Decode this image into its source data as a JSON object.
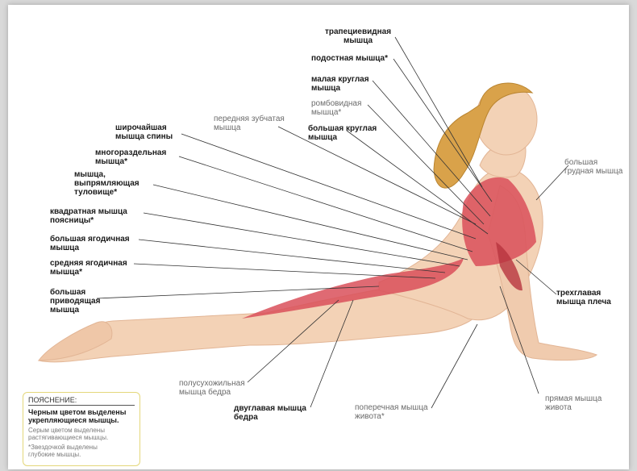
{
  "labels": {
    "trapezius": "трапециевидная\nмышца",
    "infraspinatus": "подостная мышца*",
    "teres_minor": "малая круглая\nмышца",
    "rhomboid": "ромбовидная\nмышца*",
    "teres_major": "большая круглая\nмышца",
    "serratus_anterior": "передняя зубчатая\nмышца",
    "latissimus": "широчайшая\nмышца спины",
    "multifidus": "многораздельная\nмышца*",
    "erector_spinae": "мышца,\nвыпрямляющая\nтуловище*",
    "quadratus_lumborum": "квадратная мышца\nпоясницы*",
    "gluteus_maximus": "большая ягодичная\nмышца",
    "gluteus_medius": "средняя ягодичная\nмышца*",
    "adductor_magnus": "большая\nприводящая\nмышца",
    "pectoralis_major": "большая\nгрудная мышца",
    "triceps": "трехглавая\nмышца плеча",
    "rectus_abdominis": "прямая мышца\nживота",
    "semitendinosus": "полусухожильная\nмышца бедра",
    "biceps_femoris": "двуглавая мышца\nбедра",
    "transversus_abdominis": "поперечная мышца\nживота*"
  },
  "legend": {
    "title": "ПОЯСНЕНИЕ:",
    "black_text": "Черным цветом выделены\nукрепляющиеся мышцы.",
    "grey_text": "Серым цветом выделены\nрастягивающиеся мышцы.",
    "asterisk_text": "*Звездочкой выделены\nглубокие мышцы."
  },
  "colors": {
    "skin": "#f3d2b6",
    "skin_shadow": "#e2b595",
    "muscle": "#d9505a",
    "muscle_dark": "#b8343f",
    "hair": "#d9a24a",
    "leader": "#333333"
  }
}
